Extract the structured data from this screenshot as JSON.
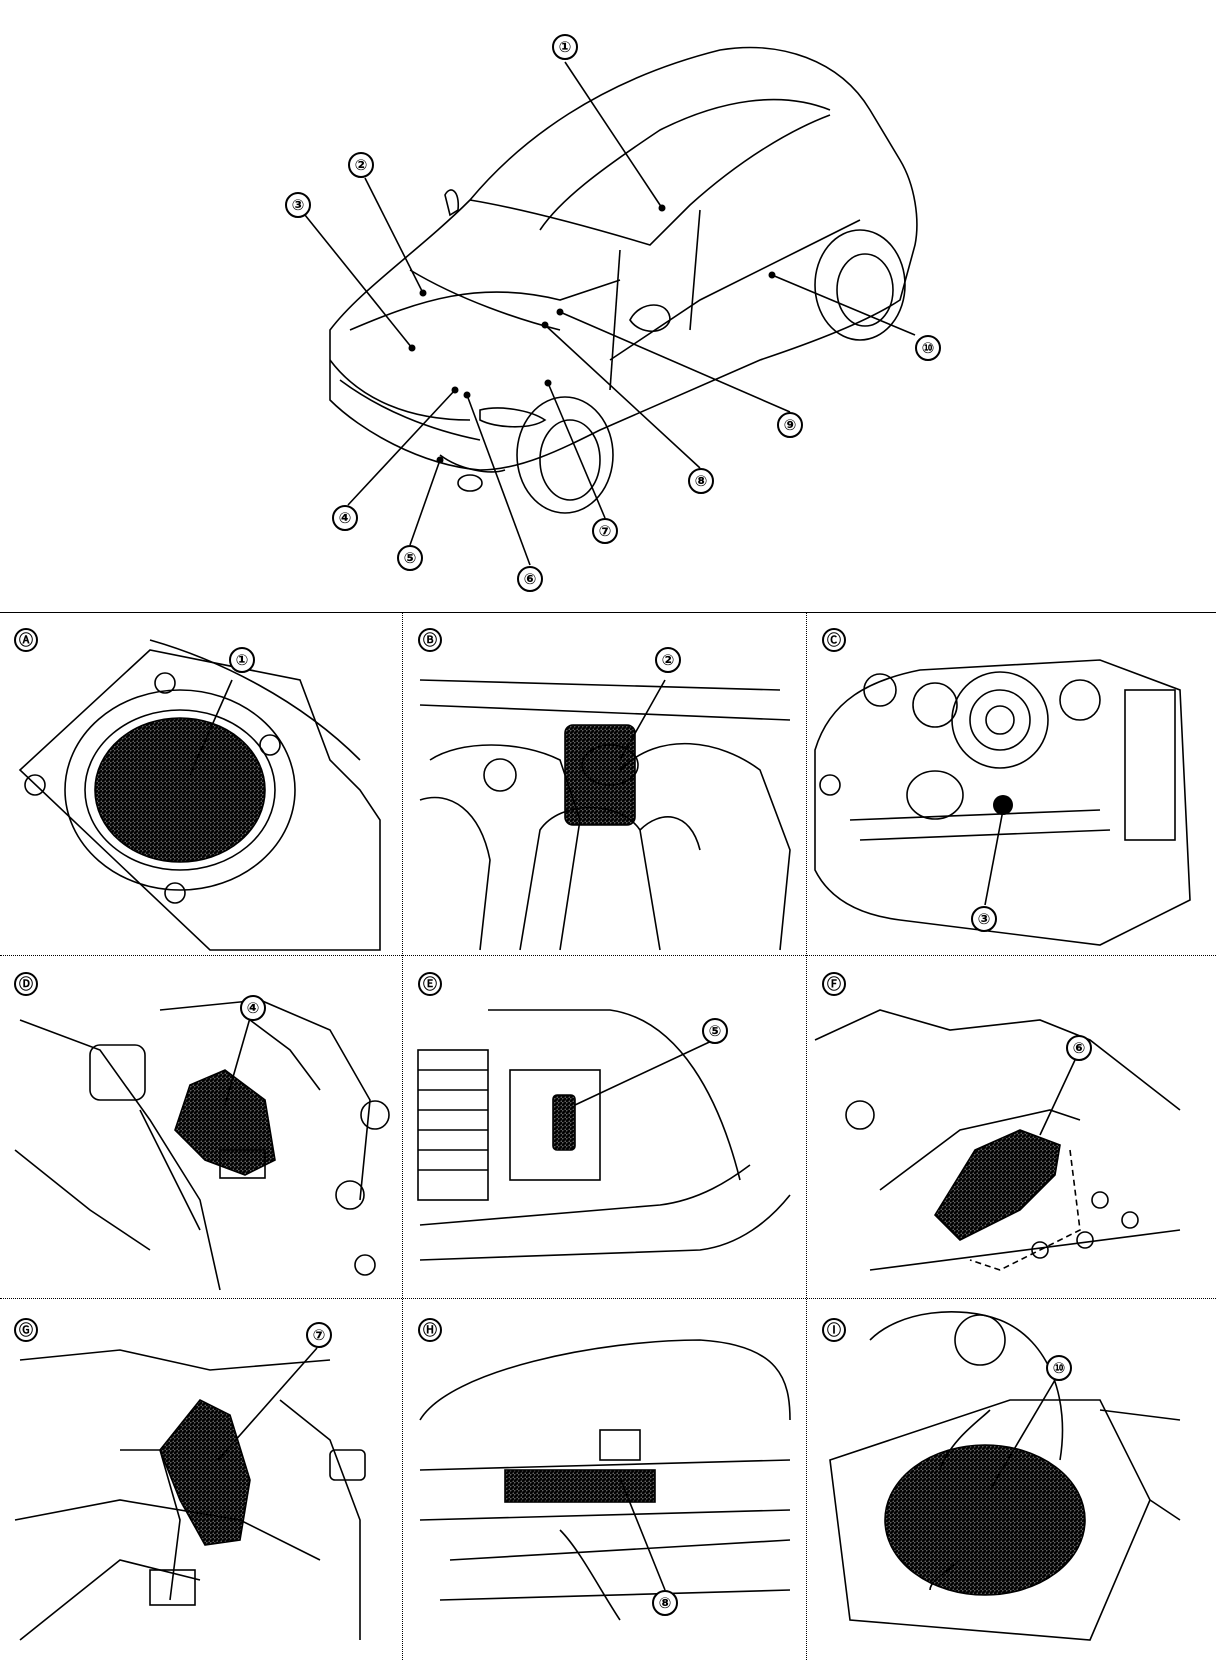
{
  "overview": {
    "callouts": [
      "①",
      "②",
      "③",
      "④",
      "⑤",
      "⑥",
      "⑦",
      "⑧",
      "⑨",
      "⑩"
    ]
  },
  "panels": [
    {
      "letter": "Ⓐ",
      "callout": "①"
    },
    {
      "letter": "Ⓑ",
      "callout": "②"
    },
    {
      "letter": "Ⓒ",
      "callout": "③"
    },
    {
      "letter": "Ⓓ",
      "callout": "④"
    },
    {
      "letter": "Ⓔ",
      "callout": "⑤"
    },
    {
      "letter": "Ⓕ",
      "callout": "⑥"
    },
    {
      "letter": "Ⓖ",
      "callout": "⑦"
    },
    {
      "letter": "Ⓗ",
      "callout": "⑧"
    },
    {
      "letter": "Ⓘ",
      "callout": "⑩"
    }
  ]
}
